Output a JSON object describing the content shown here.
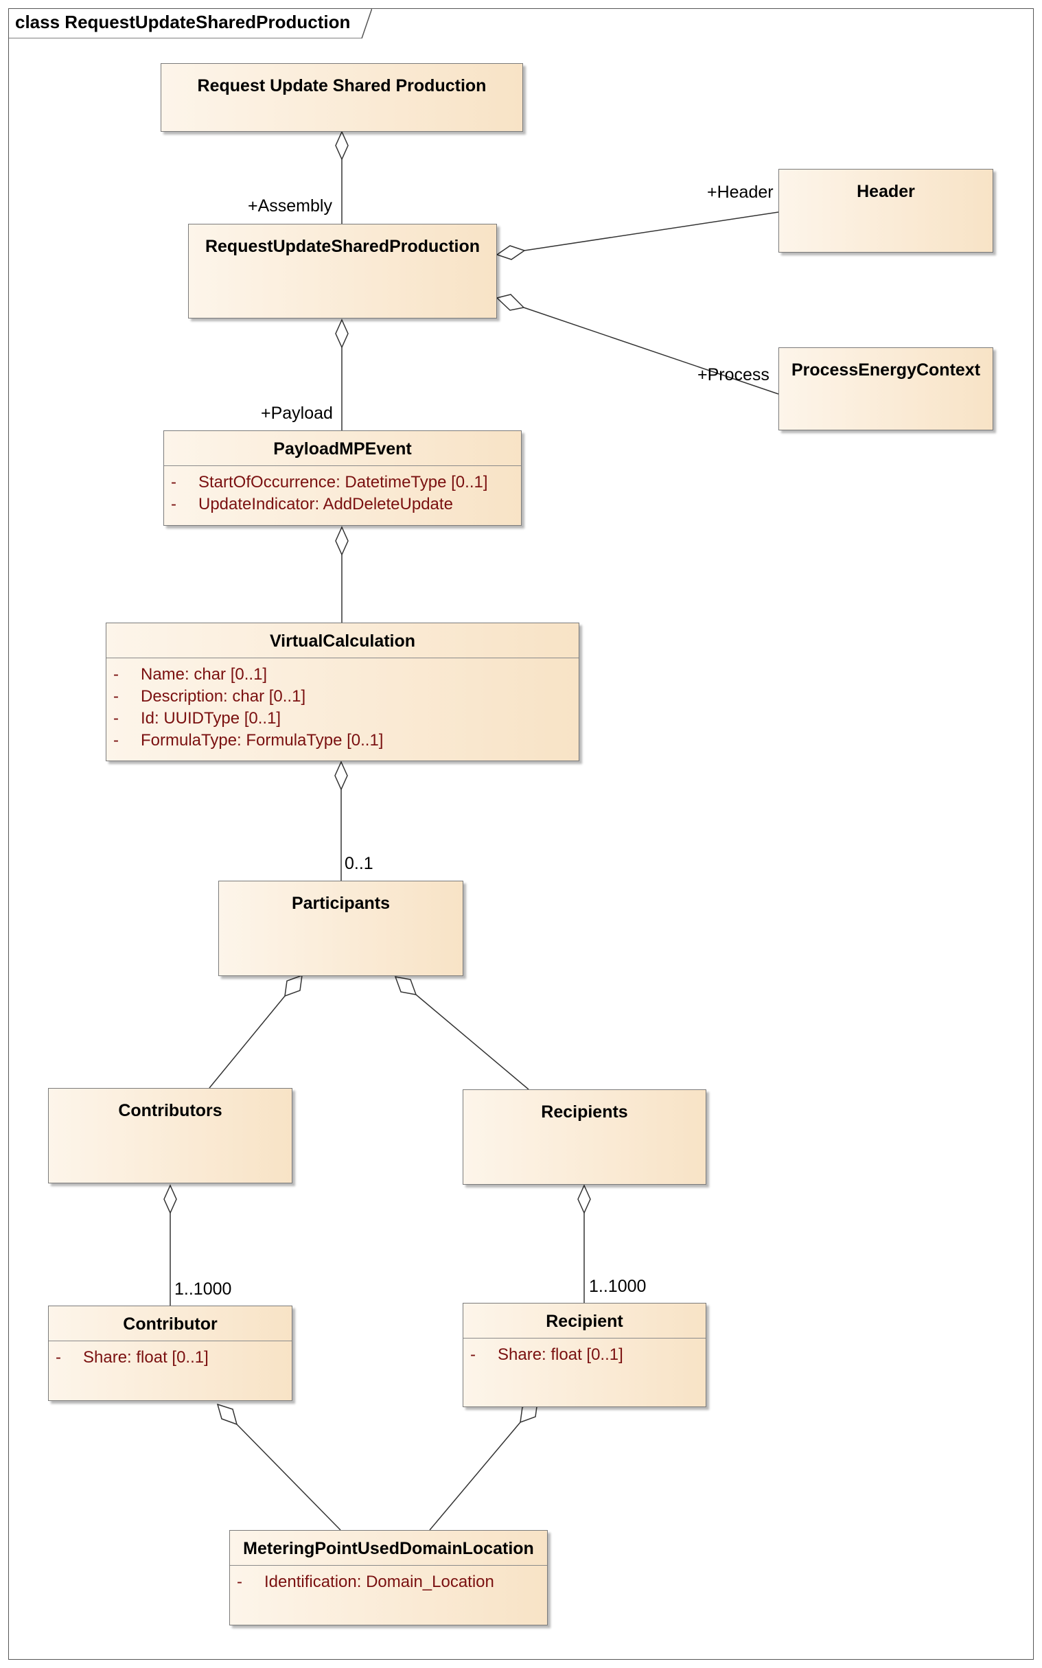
{
  "diagram": {
    "frame_title": "class RequestUpdateSharedProduction",
    "classes": {
      "request_update_shared_production": {
        "name": "Request Update Shared Production"
      },
      "header": {
        "name": "Header"
      },
      "request_update_shared_production_assembly": {
        "name": "RequestUpdateSharedProduction"
      },
      "process_energy_context": {
        "name": "ProcessEnergyContext"
      },
      "payload_mp_event": {
        "name": "PayloadMPEvent",
        "attributes": [
          {
            "visibility": "-",
            "text": "StartOfOccurrence: DatetimeType [0..1]"
          },
          {
            "visibility": "-",
            "text": "UpdateIndicator: AddDeleteUpdate"
          }
        ]
      },
      "virtual_calculation": {
        "name": "VirtualCalculation",
        "attributes": [
          {
            "visibility": "-",
            "text": "Name: char [0..1]"
          },
          {
            "visibility": "-",
            "text": "Description: char [0..1]"
          },
          {
            "visibility": "-",
            "text": "Id: UUIDType [0..1]"
          },
          {
            "visibility": "-",
            "text": "FormulaType: FormulaType [0..1]"
          }
        ]
      },
      "participants": {
        "name": "Participants"
      },
      "contributors": {
        "name": "Contributors"
      },
      "recipients": {
        "name": "Recipients"
      },
      "contributor": {
        "name": "Contributor",
        "attributes": [
          {
            "visibility": "-",
            "text": "Share: float [0..1]"
          }
        ]
      },
      "recipient": {
        "name": "Recipient",
        "attributes": [
          {
            "visibility": "-",
            "text": "Share: float [0..1]"
          }
        ]
      },
      "metering_point_used_domain_location": {
        "name": "MeteringPointUsedDomainLocation",
        "attributes": [
          {
            "visibility": "-",
            "text": "Identification: Domain_Location"
          }
        ]
      }
    },
    "roles": {
      "assembly": "+Assembly",
      "header": "+Header",
      "process": "+Process",
      "payload": "+Payload",
      "participants_multiplicity": "0..1",
      "contributor_multiplicity": "1..1000",
      "recipient_multiplicity": "1..1000"
    },
    "colors": {
      "class_fill_light": "#fdf5ea",
      "class_fill_dark": "#f8e3c6",
      "attribute_text": "#7a1010",
      "line": "#333333"
    }
  }
}
